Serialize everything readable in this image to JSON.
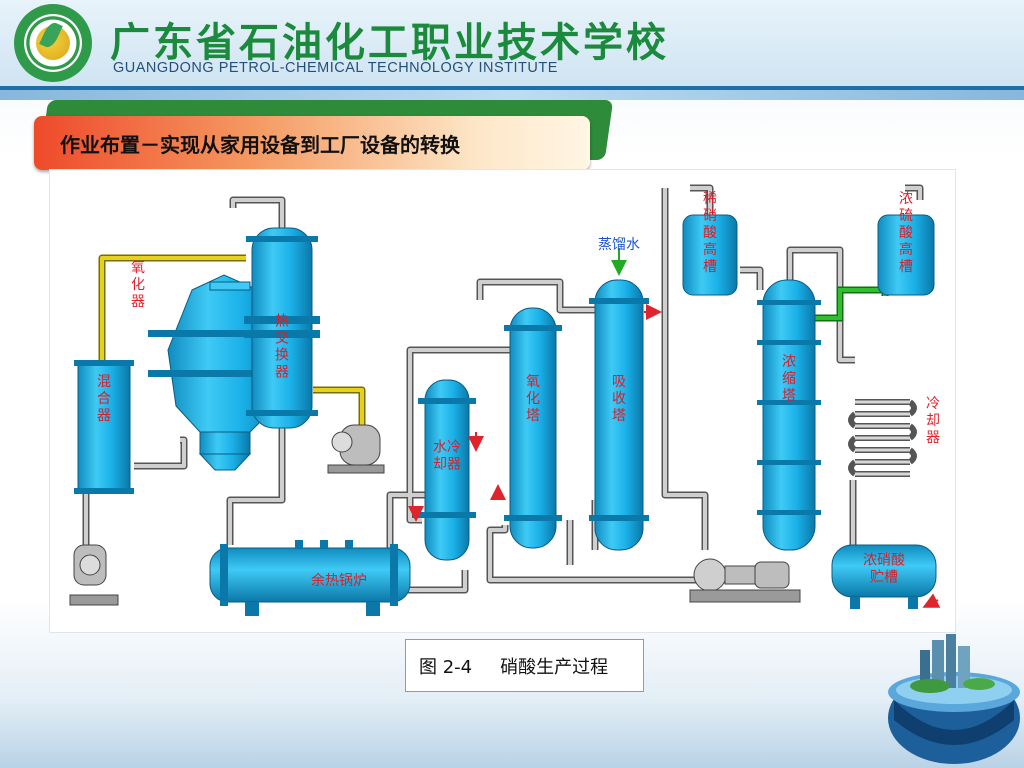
{
  "header": {
    "school_name_cn": "广东省石油化工职业技术学校",
    "school_name_en": "GUANGDONG PETROL-CHEMICAL TECHNOLOGY INSTITUTE"
  },
  "slide": {
    "title": "作业布置－实现从家用设备到工厂设备的转换"
  },
  "diagram": {
    "equipment_labels": {
      "mixer": "混合器",
      "oxidizer": "氧化器",
      "heat_exchanger": "热交换器",
      "waste_heat_boiler": "余热锅炉",
      "water_cooler": "水冷却器",
      "oxidation_tower": "氧化塔",
      "absorption_tower": "吸收塔",
      "distilled_water": "蒸馏水",
      "dilute_acid_tank": "稀硝酸高槽",
      "concentrated_sulfuric_tank": "浓硫酸高槽",
      "concentration_tower": "浓缩塔",
      "cooler": "冷却器",
      "concentrated_nitric_storage": "浓硝酸贮槽"
    },
    "colors": {
      "vessel": "#1ab0e8",
      "vessel_dark": "#0e7fae",
      "pipe": "#a9a9a9",
      "pipe_yellow": "#e6d21a",
      "pipe_green": "#2fbf2f",
      "label_red": "#e0242e",
      "arrow_red": "#e0242e",
      "arrow_green": "#22aa22"
    }
  },
  "caption": {
    "figure_no": "图 2-4",
    "text": "硝酸生产过程"
  }
}
